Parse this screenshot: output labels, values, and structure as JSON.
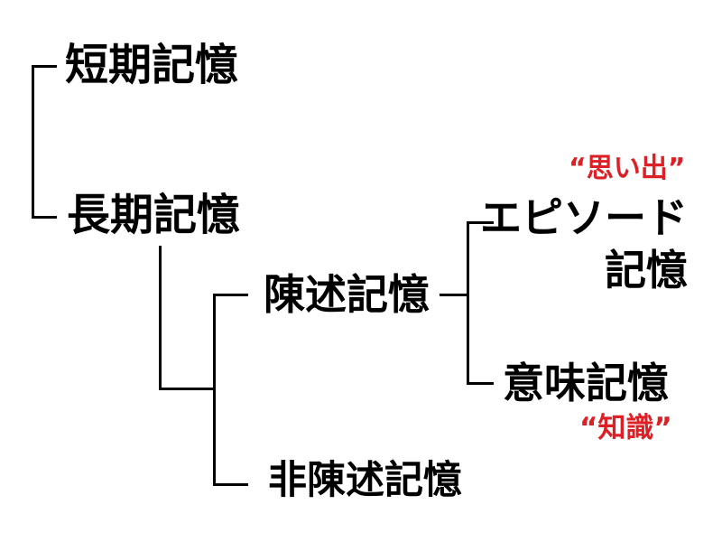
{
  "diagram": {
    "type": "tree",
    "topic": "memory-taxonomy",
    "colors": {
      "background": "#ffffff",
      "text": "#000000",
      "line": "#000000",
      "annotation": "#dd1f26"
    },
    "nodes": {
      "short_term_memory": {
        "label": "短期記憶"
      },
      "long_term_memory": {
        "label": "長期記憶"
      },
      "declarative_memory": {
        "label": "陳述記憶"
      },
      "non_declarative_memory": {
        "label": "非陳述記憶"
      },
      "episodic_memory": {
        "label_line1": "エピソード",
        "label_line2": "記憶"
      },
      "semantic_memory": {
        "label": "意味記憶"
      }
    },
    "annotations": {
      "episodic_memory_note": "“思い出”",
      "semantic_memory_note": "“知識”"
    },
    "hierarchy": [
      {
        "parent": null,
        "children": [
          "短期記憶",
          "長期記憶"
        ]
      },
      {
        "parent": "長期記憶",
        "children": [
          "陳述記憶",
          "非陳述記憶"
        ]
      },
      {
        "parent": "陳述記憶",
        "children": [
          "エピソード記憶",
          "意味記憶"
        ]
      }
    ]
  }
}
